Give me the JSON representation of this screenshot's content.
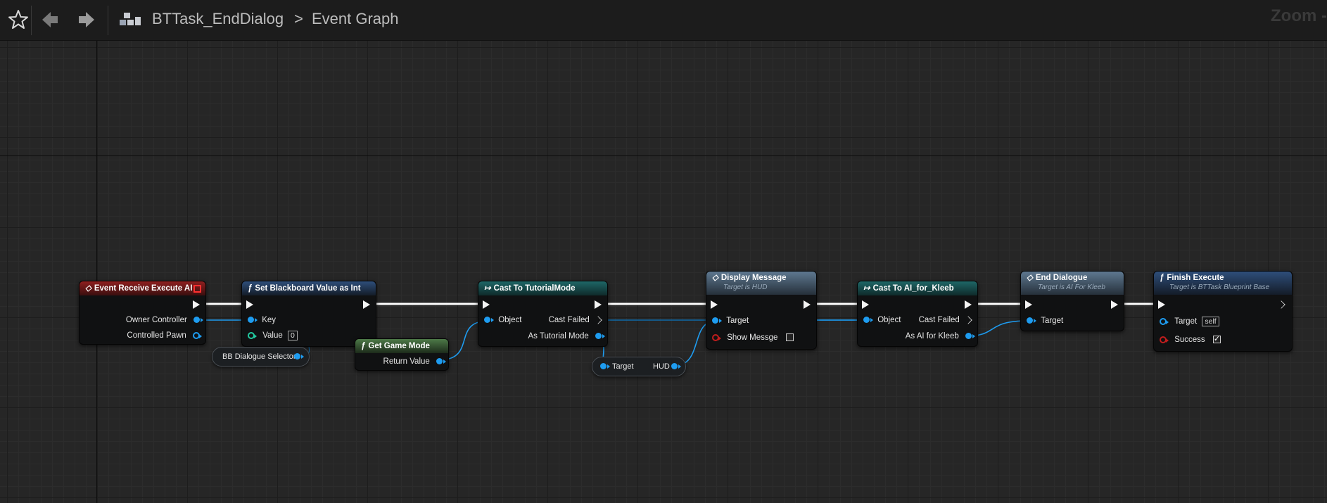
{
  "toolbar": {
    "favorite_icon": "star-icon",
    "back_icon": "arrow-left-icon",
    "forward_icon": "arrow-right-icon",
    "graph_icon": "blueprint-graph-icon"
  },
  "breadcrumb": {
    "asset": "BTTask_EndDialog",
    "separator": ">",
    "current": "Event Graph"
  },
  "zoom_label": "Zoom -",
  "nodes": {
    "event_receive": {
      "title": "Event Receive Execute AI",
      "pins": [
        "Owner Controller",
        "Controlled Pawn"
      ]
    },
    "set_blackboard": {
      "title": "Set Blackboard Value as Int",
      "key_label": "Key",
      "value_label": "Value",
      "value": "0"
    },
    "bb_selector": {
      "label": "BB Dialogue Selector"
    },
    "get_game_mode": {
      "title": "Get Game Mode",
      "return_label": "Return Value"
    },
    "cast_tutorial": {
      "title": "Cast To TutorialMode",
      "object_label": "Object",
      "cast_failed": "Cast Failed",
      "as_label": "As Tutorial Mode"
    },
    "hud_getter": {
      "target_label": "Target",
      "hud_label": "HUD"
    },
    "display_message": {
      "title": "Display Message",
      "subtitle": "Target is HUD",
      "target_label": "Target",
      "show_label": "Show Messge",
      "show_checked": false
    },
    "cast_kleeb": {
      "title": "Cast To AI_for_Kleeb",
      "object_label": "Object",
      "cast_failed": "Cast Failed",
      "as_label": "As AI for Kleeb"
    },
    "end_dialogue": {
      "title": "End Dialogue",
      "subtitle": "Target is AI For Kleeb",
      "target_label": "Target"
    },
    "finish_execute": {
      "title": "Finish Execute",
      "subtitle": "Target is BTTask Blueprint Base",
      "target_label": "Target",
      "target_value": "self",
      "success_label": "Success",
      "success_checked": true
    }
  },
  "colors": {
    "exec_wire": "#ffffff",
    "object_wire": "#1e9cf0",
    "event_header": "#8e1f1f",
    "function_header": "#2e4e7a",
    "cast_header": "#1e6666",
    "pure_header": "#4d7a48",
    "message_header": "#5e7890"
  }
}
